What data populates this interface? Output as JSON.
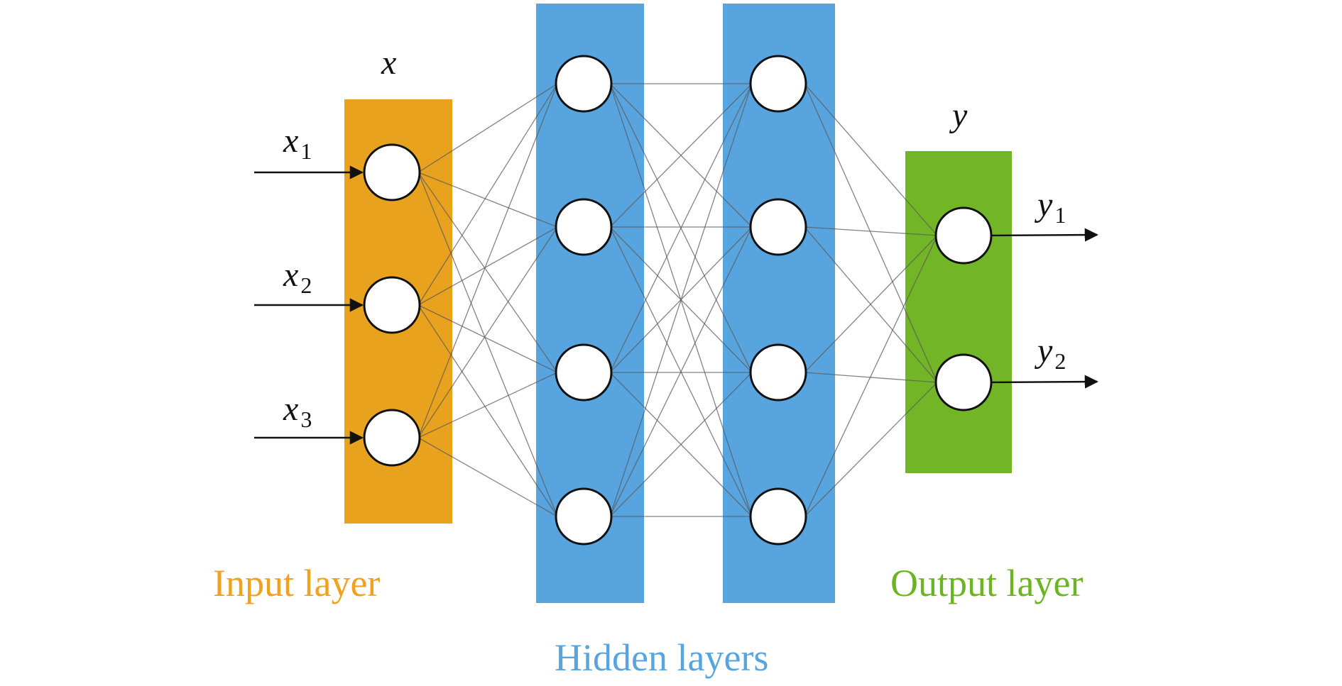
{
  "colors": {
    "input": "#E8A21D",
    "hidden": "#57A4DE",
    "output": "#72B526",
    "input_text": "#F0A21E",
    "hidden_text": "#57A4DE",
    "output_text": "#6DB424"
  },
  "layers": {
    "input": {
      "label": "Input layer",
      "symbol": "x",
      "nodes": [
        "x",
        "x",
        "x"
      ],
      "subs": [
        "1",
        "2",
        "3"
      ]
    },
    "hidden": {
      "label": "Hidden layers",
      "columns": 2,
      "nodes_per_column": 4
    },
    "output": {
      "label": "Output layer",
      "symbol": "y",
      "nodes": [
        "y",
        "y"
      ],
      "subs": [
        "1",
        "2"
      ]
    }
  }
}
